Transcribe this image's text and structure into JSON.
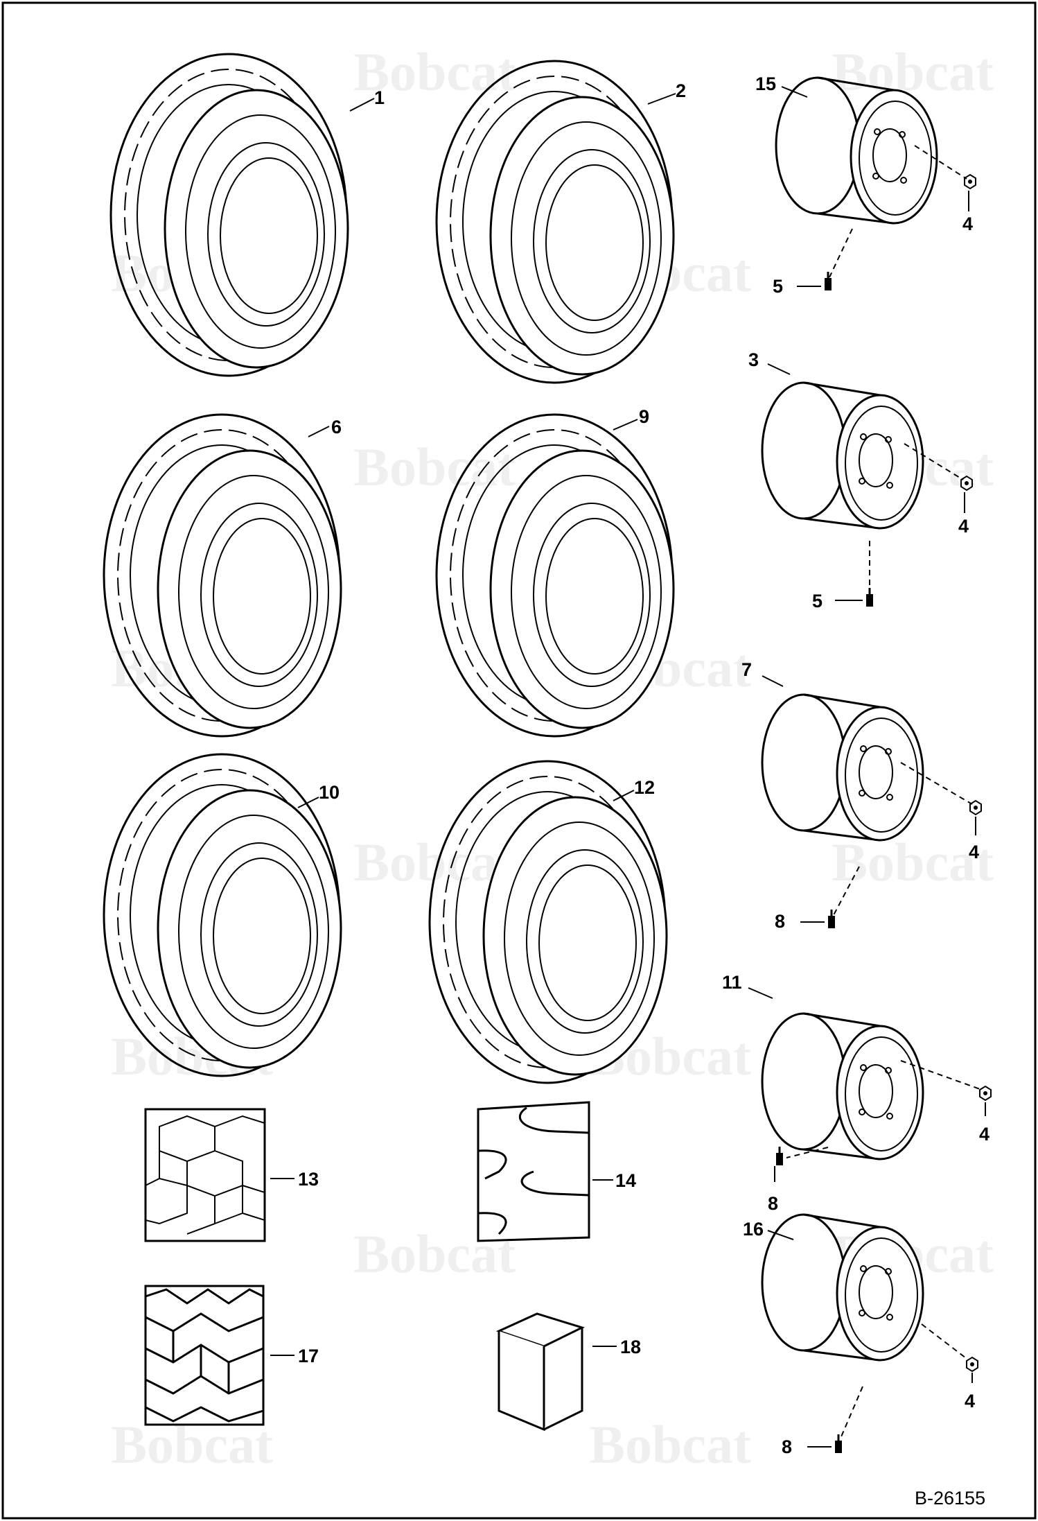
{
  "watermark": {
    "text": "Bobcat"
  },
  "document_id": "B-26155",
  "callouts": {
    "c1": "1",
    "c2": "2",
    "c3": "3",
    "c4a": "4",
    "c4b": "4",
    "c4c": "4",
    "c4d": "4",
    "c4e": "4",
    "c5a": "5",
    "c5b": "5",
    "c6": "6",
    "c7": "7",
    "c8a": "8",
    "c8b": "8",
    "c8c": "8",
    "c9": "9",
    "c10": "10",
    "c11": "11",
    "c12": "12",
    "c13": "13",
    "c14": "14",
    "c15": "15",
    "c16": "16",
    "c17": "17",
    "c18": "18"
  }
}
